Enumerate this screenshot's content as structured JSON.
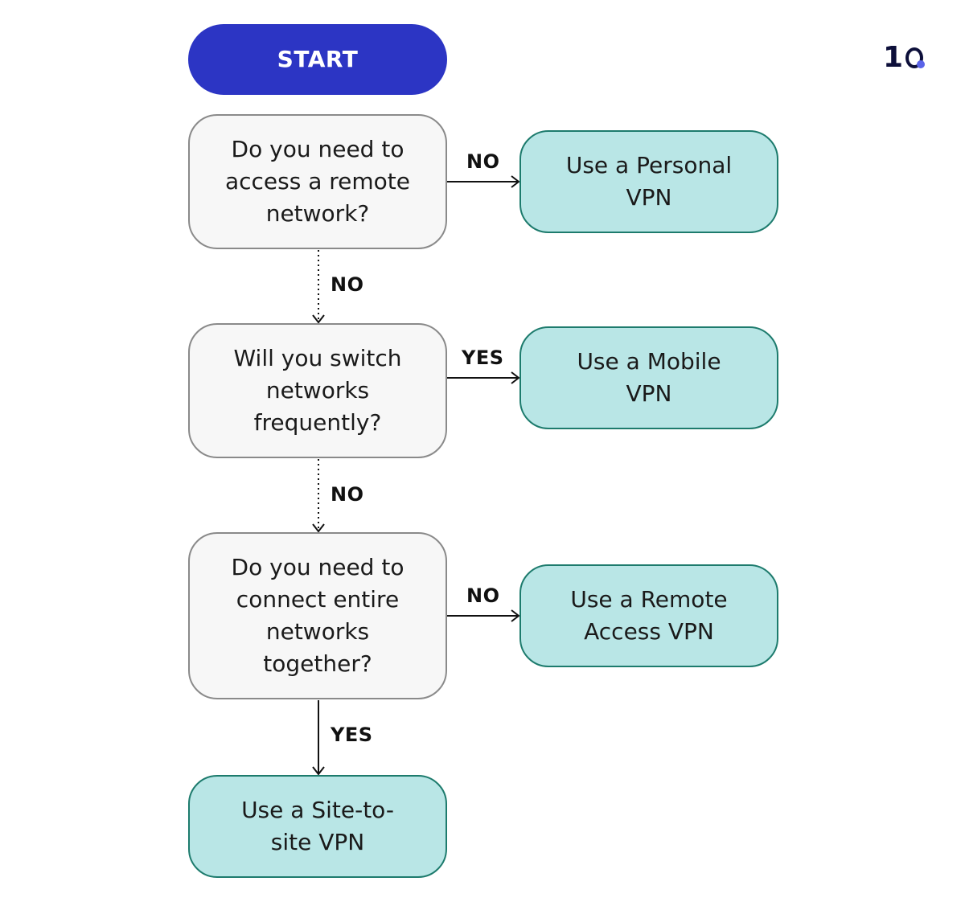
{
  "diagram": {
    "logo_text": "1O",
    "nodes": {
      "start": "START",
      "q1": "Do you need to\naccess a remote\nnetwork?",
      "q2": "Will you switch\nnetworks\nfrequently?",
      "q3": "Do you need to\nconnect entire\nnetworks\ntogether?",
      "r1": "Use a Personal\nVPN",
      "r2": "Use a Mobile\nVPN",
      "r3": "Use a Remote\nAccess VPN",
      "r4": "Use a Site-to-\nsite VPN"
    },
    "edges": [
      {
        "from": "q1",
        "to": "r1",
        "label": "NO",
        "style": "solid"
      },
      {
        "from": "q1",
        "to": "q2",
        "label": "NO",
        "style": "dotted"
      },
      {
        "from": "q2",
        "to": "r2",
        "label": "YES",
        "style": "solid"
      },
      {
        "from": "q2",
        "to": "q3",
        "label": "NO",
        "style": "dotted"
      },
      {
        "from": "q3",
        "to": "r3",
        "label": "NO",
        "style": "solid"
      },
      {
        "from": "q3",
        "to": "r4",
        "label": "YES",
        "style": "solid"
      }
    ],
    "colors": {
      "start_fill": "#2c35c4",
      "question_fill": "#f7f7f7",
      "question_border": "#8a8a8a",
      "result_fill": "#b9e6e6",
      "result_border": "#1d7b6d",
      "logo_dark": "#0d0f3a",
      "logo_accent": "#5a63e8"
    }
  }
}
